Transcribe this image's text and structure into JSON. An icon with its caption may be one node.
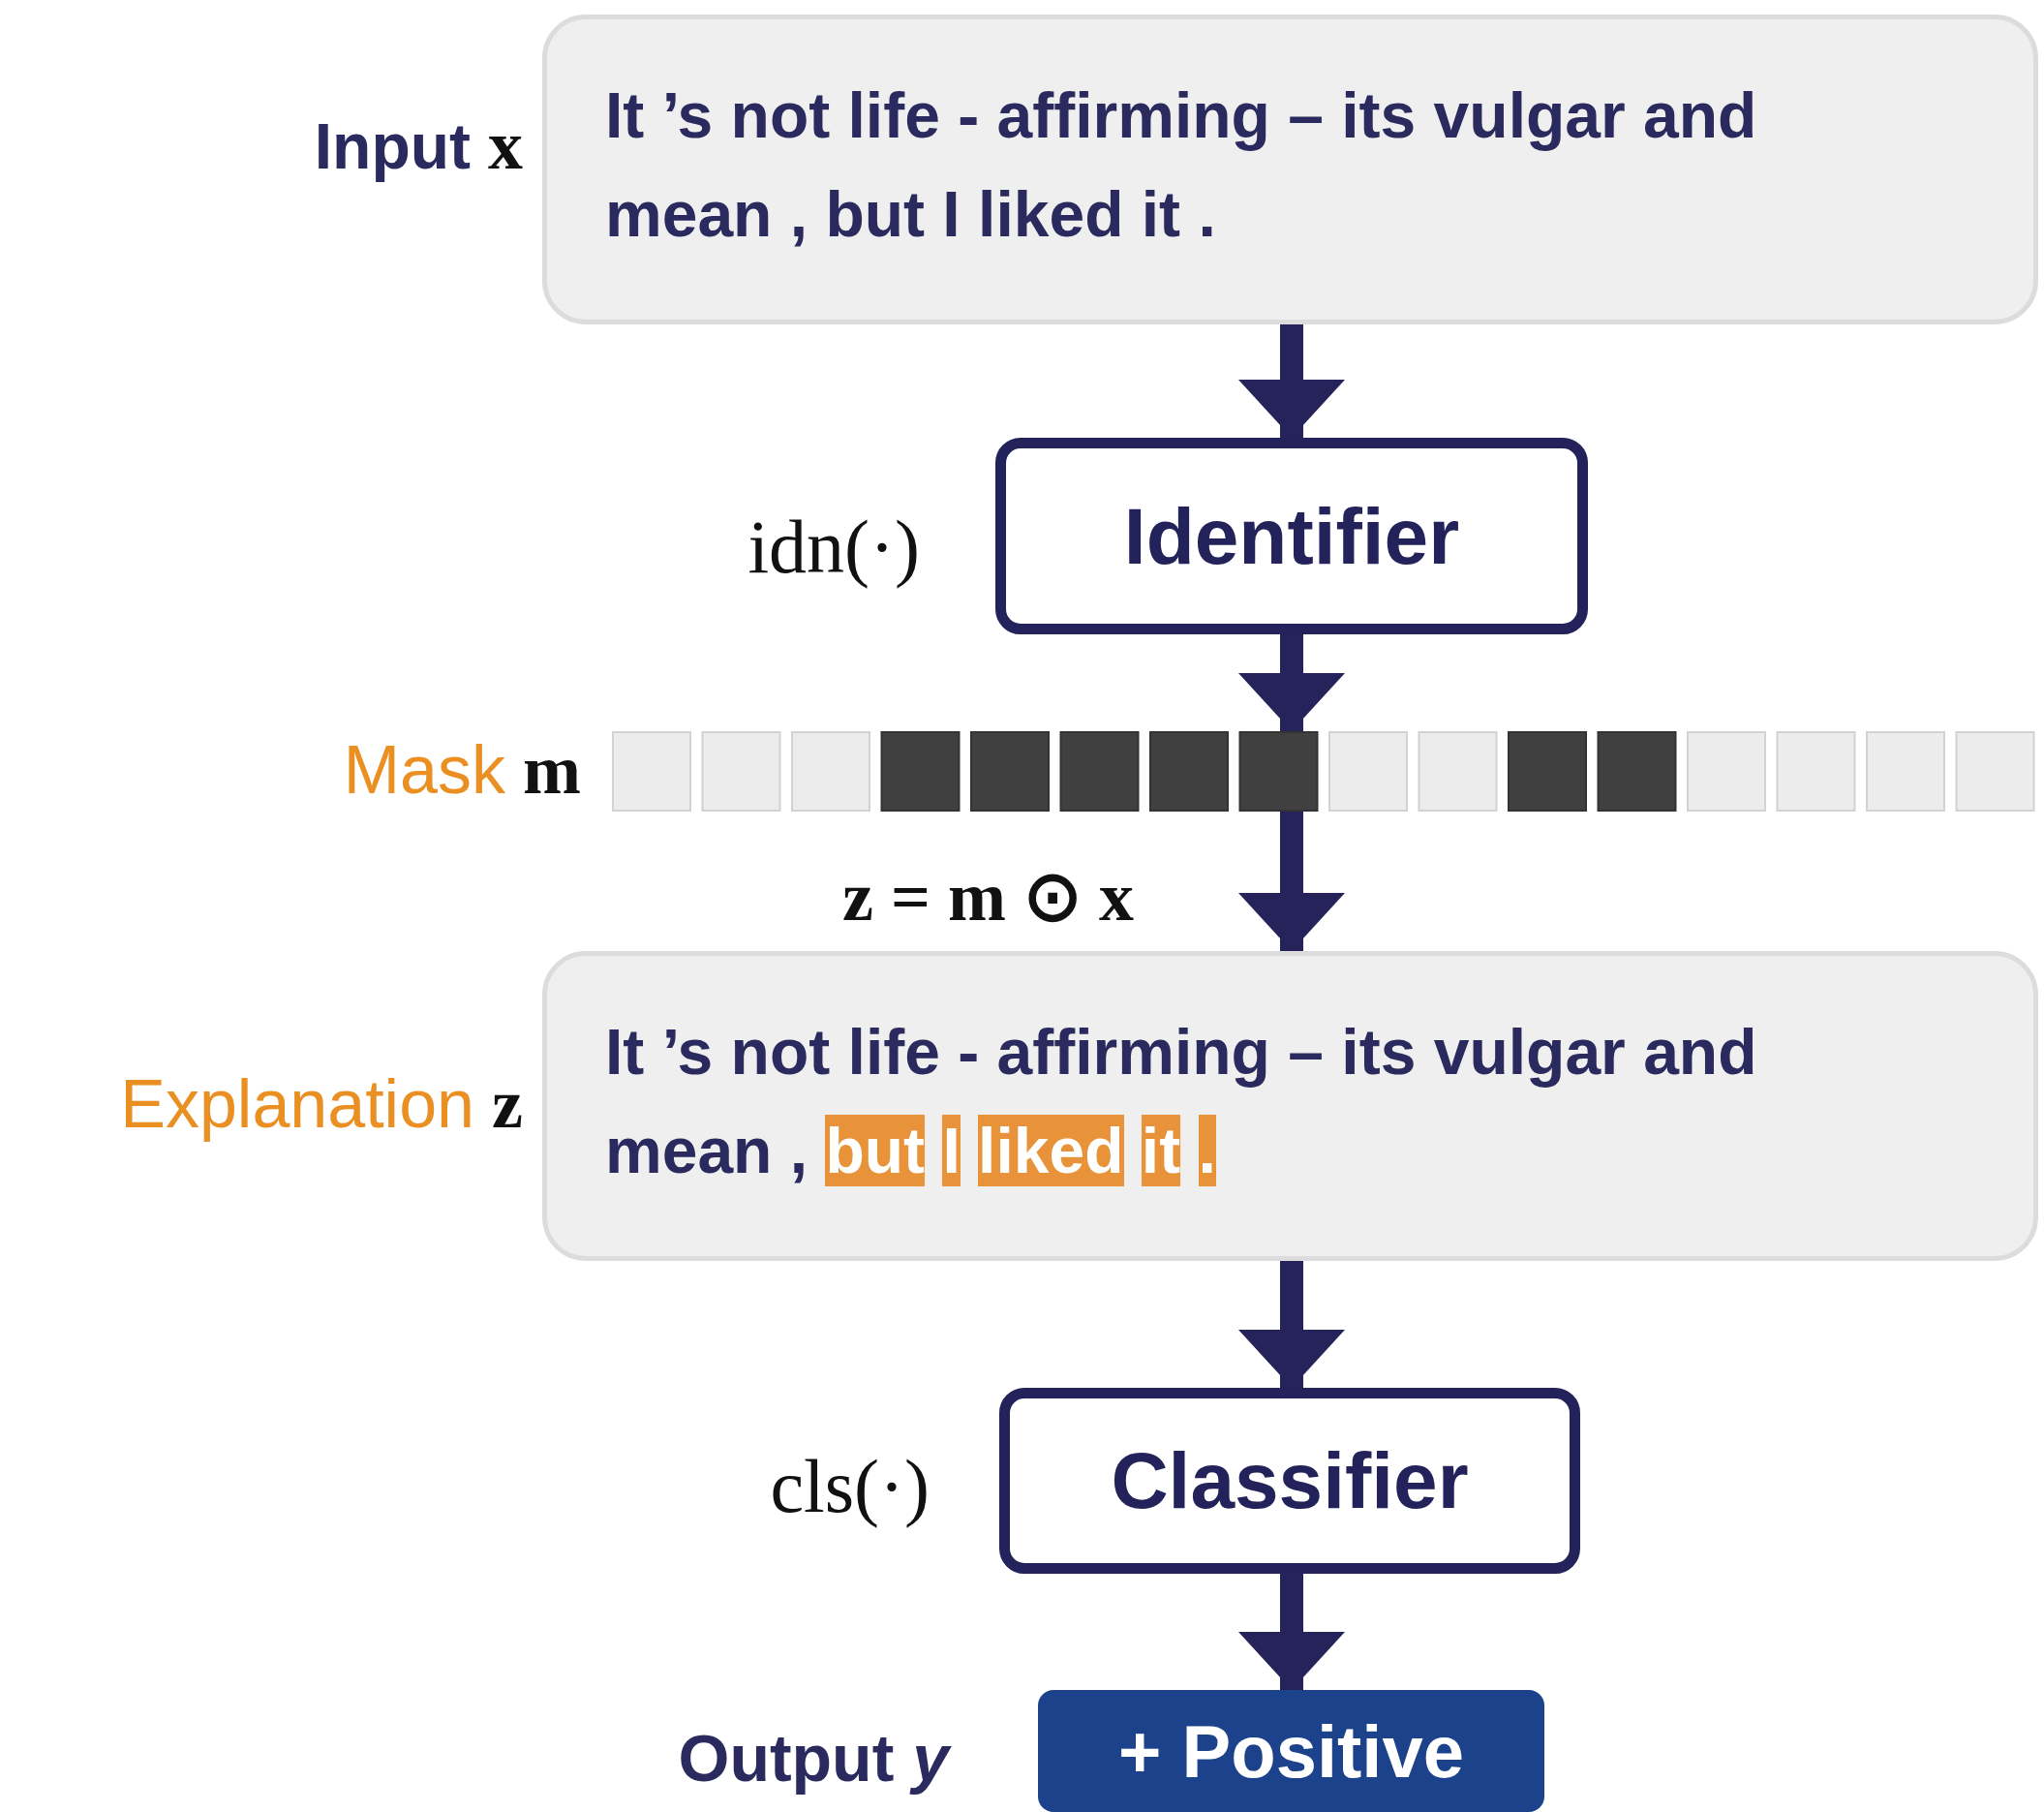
{
  "diagram": {
    "nodes": [
      {
        "text": [
          "It ’s not life - affirming – its vulgar and mean , but I liked it ."
        ],
        "beside": [
          "Input x"
        ]
      },
      {
        "text": [
          "Identifier"
        ],
        "beside": [
          "idn(·)"
        ]
      },
      {
        "text": [],
        "shape": "bar",
        "beside": [
          "Mask m"
        ]
      },
      {
        "text": [
          "It ’s not life - affirming – its vulgar and mean , but I liked it ."
        ],
        "beside": [
          "Explanation z"
        ]
      },
      {
        "text": [
          "Classifier"
        ],
        "beside": [
          "cls(·)"
        ]
      },
      {
        "text": [
          "+ Positive"
        ],
        "beside": [
          "Output *y*"
        ]
      }
    ],
    "edges": [
      {
        "from": 0,
        "to": 1,
        "arrow": "to"
      },
      {
        "from": 1,
        "to": 2,
        "arrow": "to"
      },
      {
        "from": 2,
        "to": 3,
        "arrow": "to",
        "label": "z = m ⊙ x"
      },
      {
        "from": 3,
        "to": 4,
        "arrow": "to"
      },
      {
        "from": 4,
        "to": 5,
        "arrow": "to"
      }
    ]
  }
}
